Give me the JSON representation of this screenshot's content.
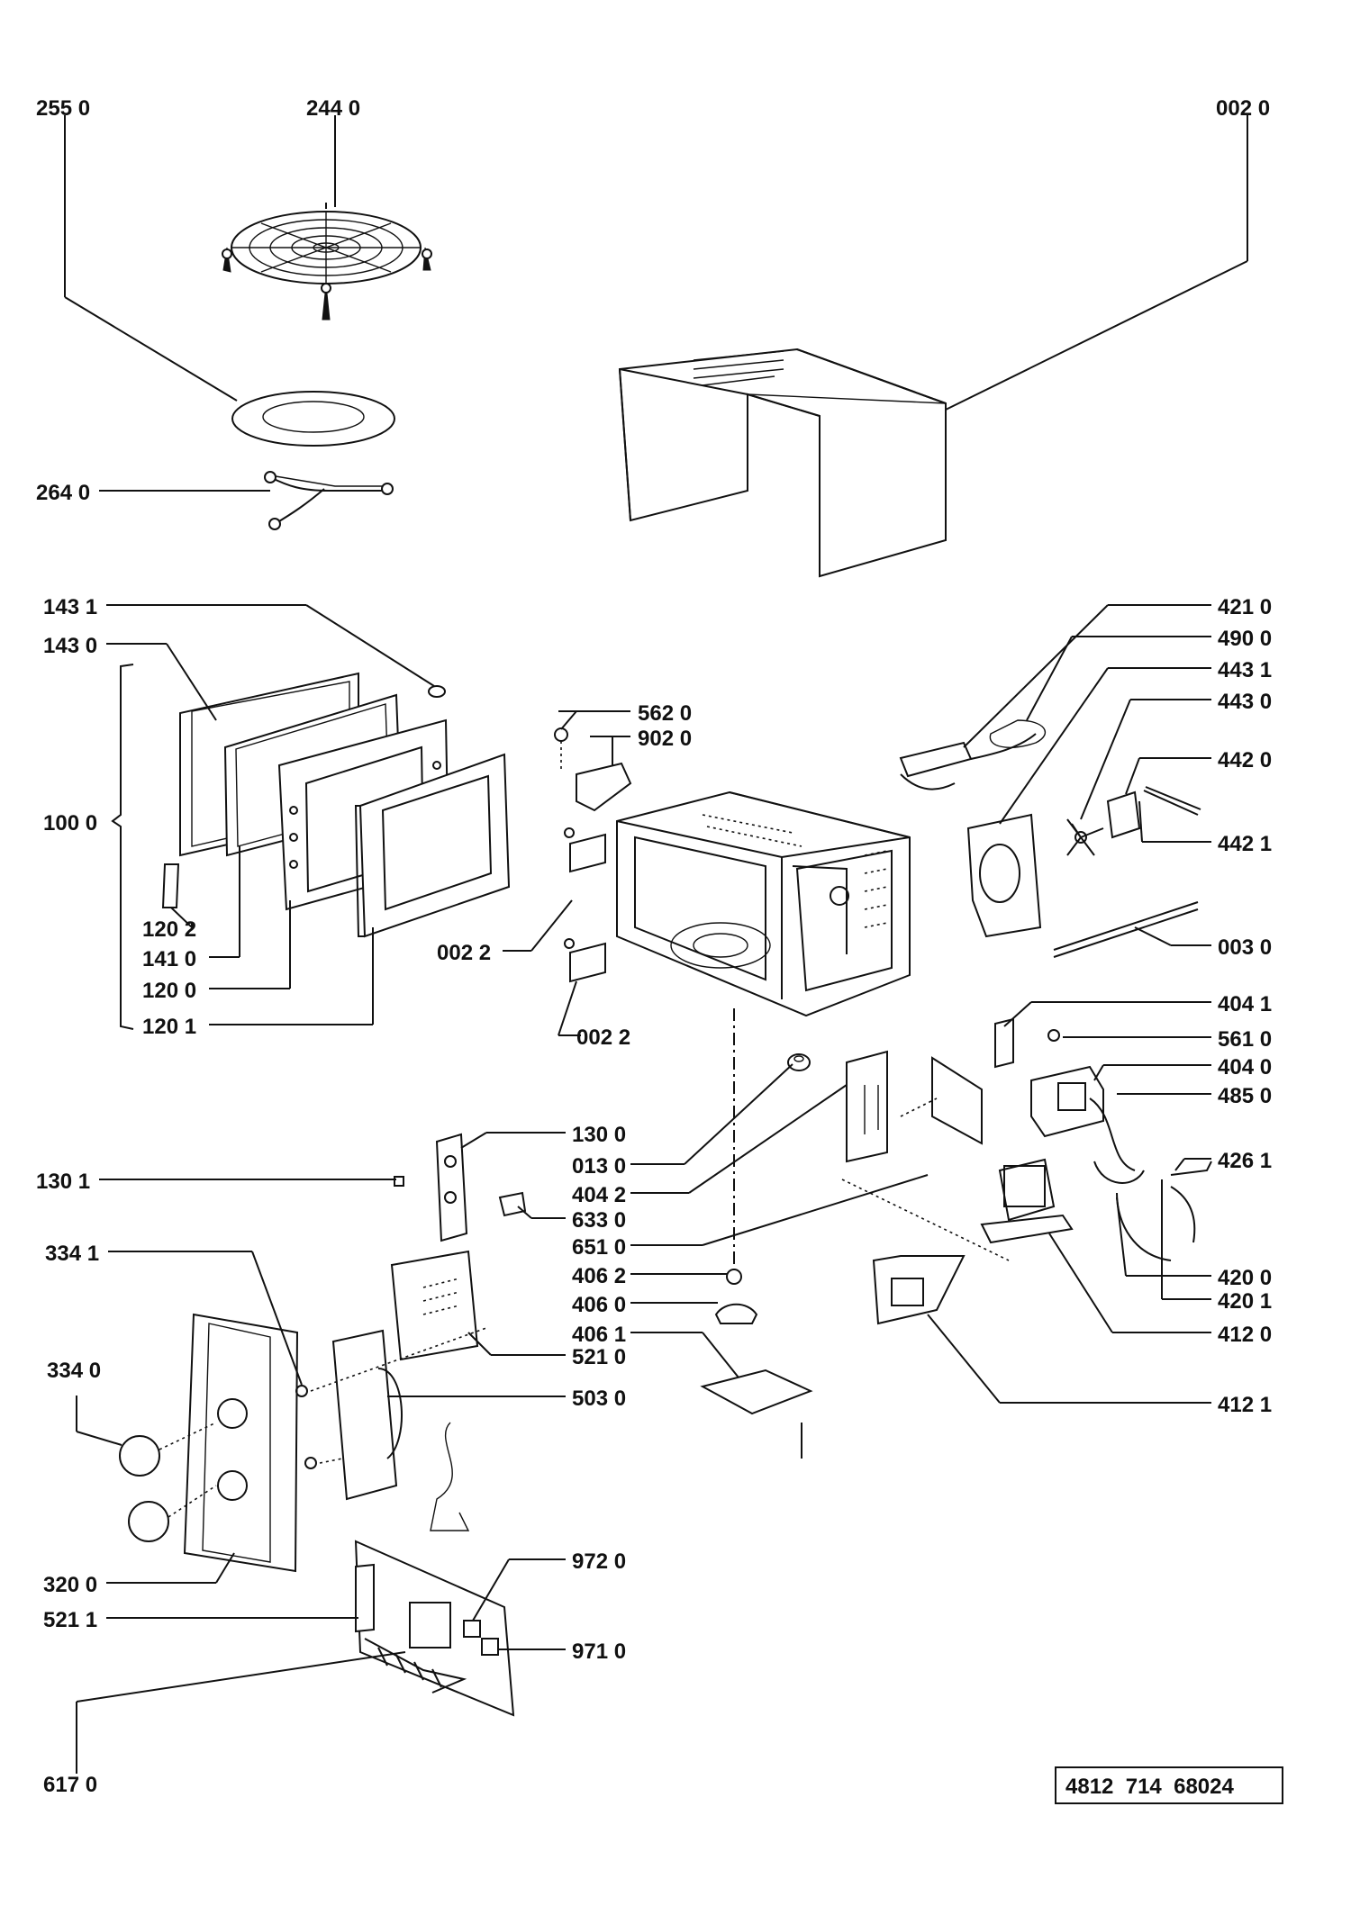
{
  "labels": {
    "l255_0": "255 0",
    "l244_0": "244 0",
    "l002_0": "002 0",
    "l264_0": "264 0",
    "l143_1": "143 1",
    "l143_0": "143 0",
    "l100_0": "100 0",
    "l120_2": "120 2",
    "l141_0": "141 0",
    "l120_0": "120 0",
    "l120_1": "120 1",
    "l562_0": "562 0",
    "l902_0": "902 0",
    "l002_2a": "002 2",
    "l002_2b": "002 2",
    "l421_0": "421 0",
    "l490_0": "490 0",
    "l443_1": "443 1",
    "l443_0": "443 0",
    "l442_0": "442 0",
    "l442_1": "442 1",
    "l003_0": "003 0",
    "l404_1": "404 1",
    "l561_0": "561 0",
    "l404_0": "404 0",
    "l485_0": "485 0",
    "l426_1": "426 1",
    "l420_0": "420 0",
    "l420_1": "420 1",
    "l412_0": "412 0",
    "l412_1": "412 1",
    "l130_0": "130 0",
    "l013_0": "013 0",
    "l404_2": "404 2",
    "l633_0": "633 0",
    "l651_0": "651 0",
    "l130_1": "130 1",
    "l406_2": "406 2",
    "l406_0": "406 0",
    "l406_1": "406 1",
    "l334_1": "334 1",
    "l334_0": "334 0",
    "l521_0": "521 0",
    "l503_0": "503 0",
    "l320_0": "320 0",
    "l521_1": "521 1",
    "l972_0": "972 0",
    "l971_0": "971 0",
    "l617_0": "617 0"
  },
  "doc_number": "4812  714  68024"
}
